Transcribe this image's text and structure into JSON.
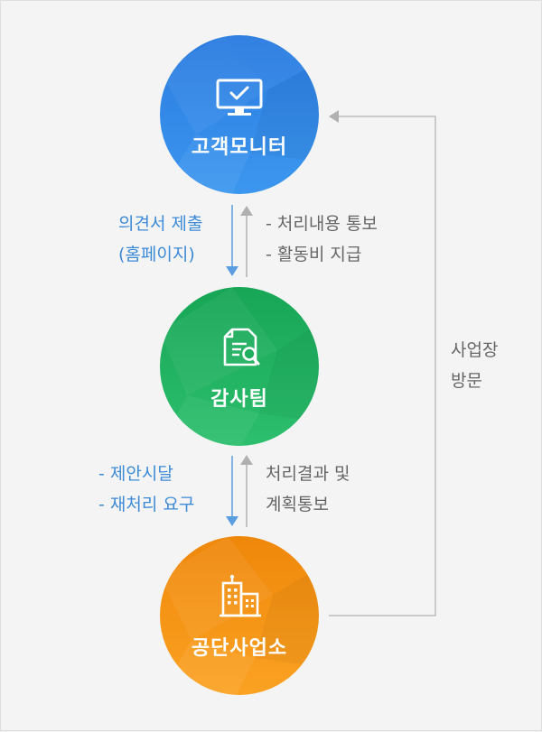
{
  "nodes": {
    "monitor": {
      "label": "고객모니터",
      "icon": "monitor-check-icon",
      "color_top": "#2b7fe3",
      "color_bottom": "#3b95ee"
    },
    "audit": {
      "label": "감사팀",
      "icon": "document-search-icon",
      "color_top": "#1aa85a",
      "color_bottom": "#2bbd6c"
    },
    "agency": {
      "label": "공단사업소",
      "icon": "building-icon",
      "color_top": "#f08a0c",
      "color_bottom": "#fa9d1e"
    }
  },
  "edges": {
    "monitor_to_audit": {
      "lines": [
        "의견서 제출",
        "(홈페이지)"
      ]
    },
    "audit_to_monitor": {
      "lines": [
        "- 처리내용 통보",
        "- 활동비 지급"
      ]
    },
    "audit_to_agency": {
      "lines": [
        "- 제안시달",
        "- 재처리 요구"
      ]
    },
    "agency_to_audit": {
      "lines": [
        "처리결과 및",
        "계획통보"
      ]
    },
    "agency_to_monitor": {
      "lines": [
        "사업장",
        "방문"
      ]
    }
  },
  "colors": {
    "blue_arrow": "#5b9ee0",
    "gray_arrow": "#b0b0b0",
    "blue_text": "#3d8ad6",
    "gray_text": "#666666"
  }
}
